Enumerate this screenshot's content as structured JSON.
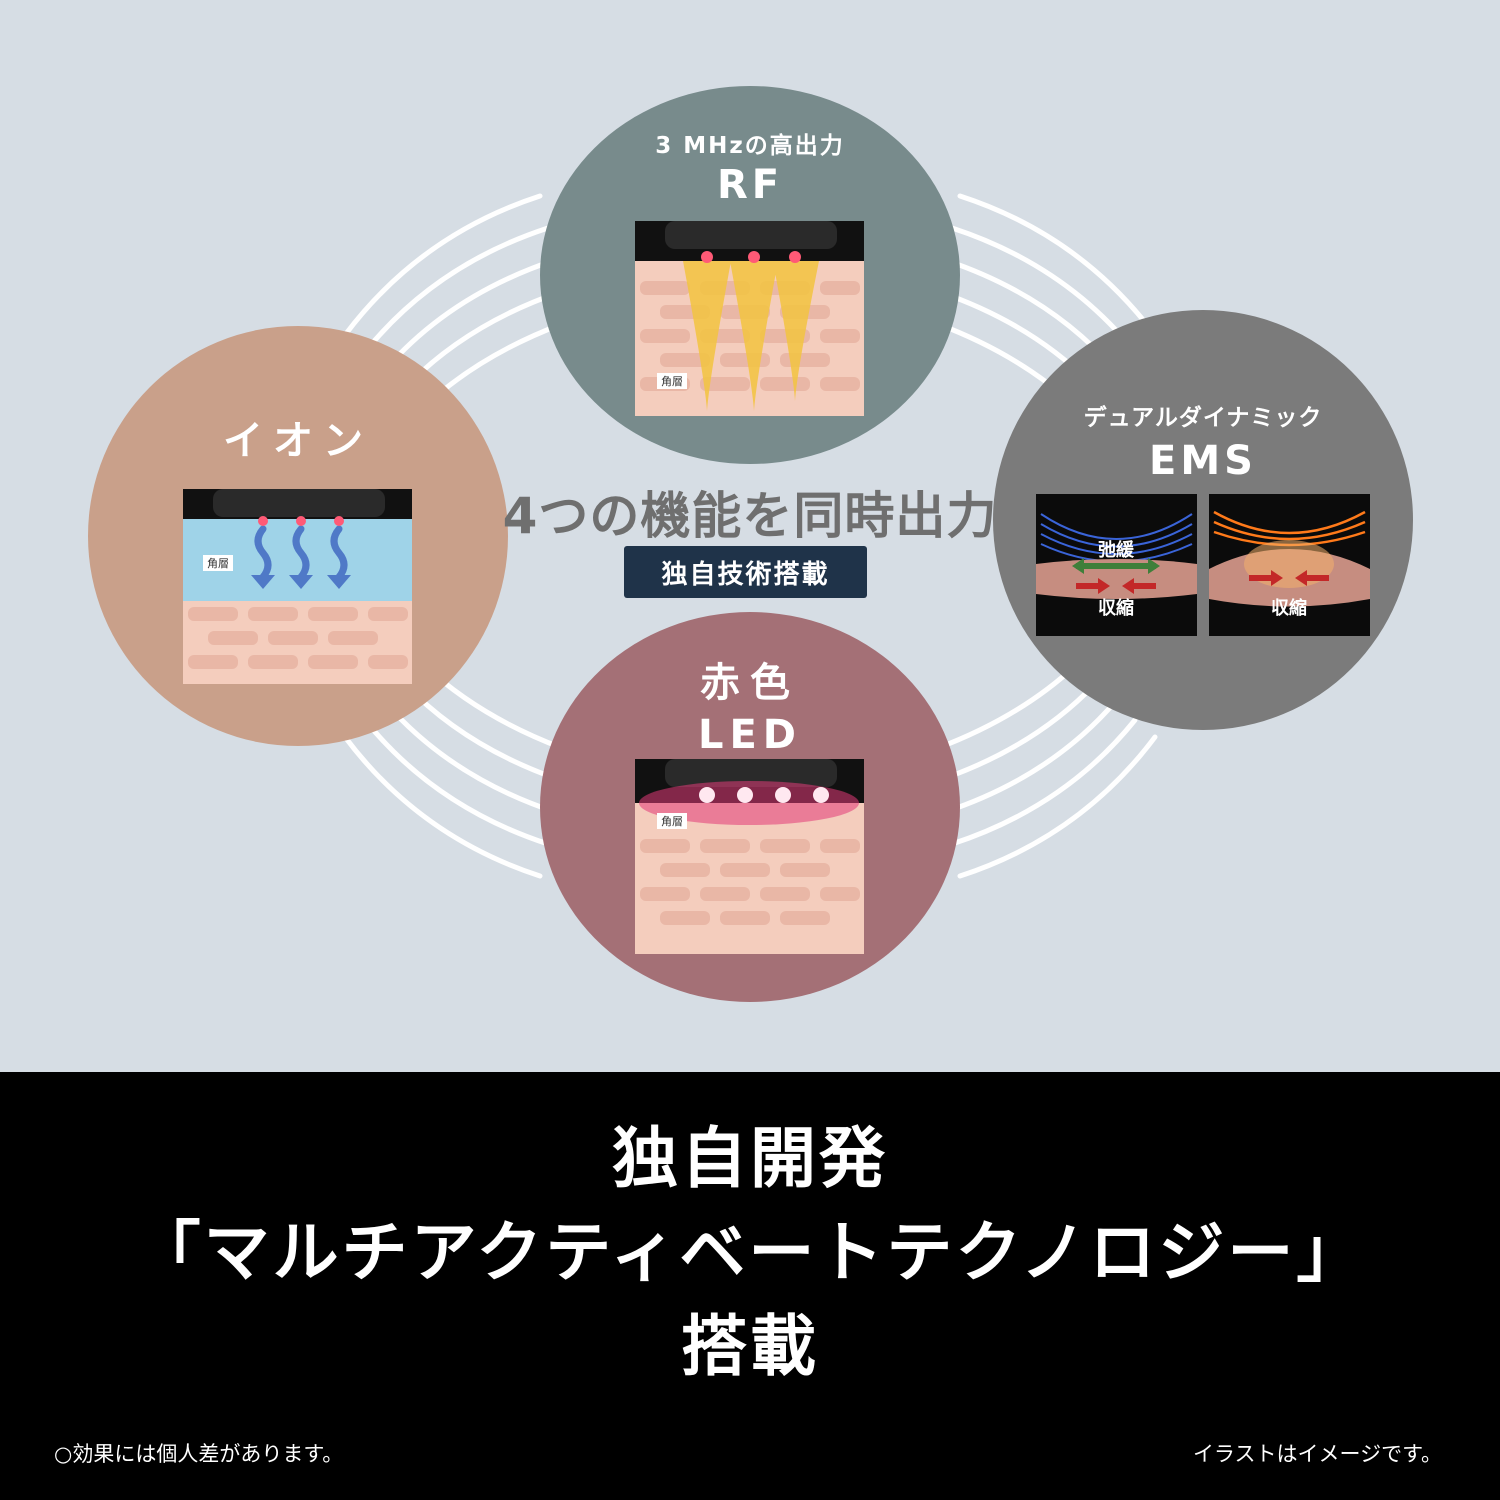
{
  "center": {
    "title": "4つの機能を同時出力",
    "badge": "独自技術搭載"
  },
  "features": {
    "rf": {
      "sub": "3 MHzの高出力",
      "main": "RF",
      "layer_label": "角層",
      "color": "#788b8c"
    },
    "ion": {
      "main": "イオン",
      "layer_label": "角層",
      "color": "#c9a08a"
    },
    "ems": {
      "sub": "デュアルダイナミック",
      "main": "EMS",
      "relax_label": "弛緩",
      "contract_label_1": "収縮",
      "contract_label_2": "収縮",
      "color": "#7b7b7b"
    },
    "led": {
      "sub": "赤色",
      "main": "LED",
      "layer_label": "角層",
      "color": "#a47076"
    }
  },
  "headline": {
    "line1": "独自開発",
    "line2": "「マルチアクティベートテクノロジー」",
    "line3": "搭載"
  },
  "notes": {
    "left": "○効果には個人差があります。",
    "right": "イラストはイメージです。"
  }
}
